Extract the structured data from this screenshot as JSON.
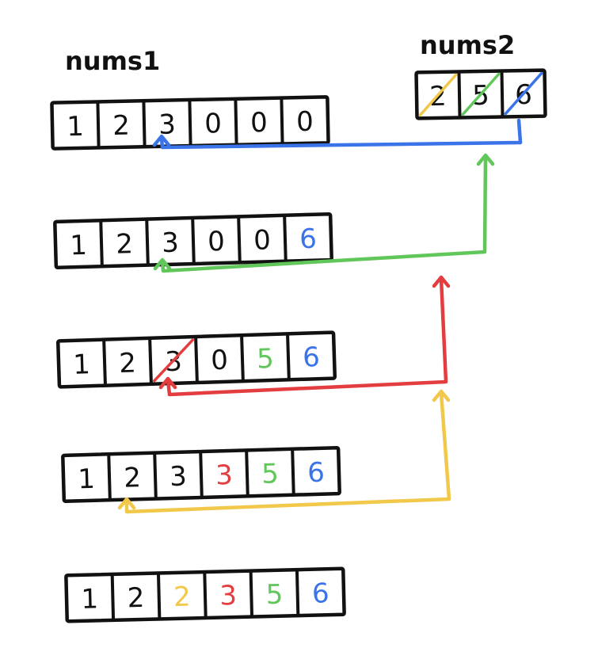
{
  "labels": {
    "nums1": "nums1",
    "nums2": "nums2"
  },
  "colors": {
    "black": "#111111",
    "blue": "#3b73e8",
    "green": "#62c75b",
    "red": "#e43d3f",
    "yellow": "#f2c84b"
  },
  "nums2": {
    "cells": [
      {
        "v": "2",
        "color": "black",
        "strike": "yellow"
      },
      {
        "v": "5",
        "color": "black",
        "strike": "green"
      },
      {
        "v": "6",
        "color": "black",
        "strike": "blue"
      }
    ]
  },
  "rows": [
    {
      "cells": [
        {
          "v": "1",
          "color": "black"
        },
        {
          "v": "2",
          "color": "black"
        },
        {
          "v": "3",
          "color": "black"
        },
        {
          "v": "0",
          "color": "black"
        },
        {
          "v": "0",
          "color": "black"
        },
        {
          "v": "0",
          "color": "black"
        }
      ]
    },
    {
      "cells": [
        {
          "v": "1",
          "color": "black"
        },
        {
          "v": "2",
          "color": "black"
        },
        {
          "v": "3",
          "color": "black"
        },
        {
          "v": "0",
          "color": "black"
        },
        {
          "v": "0",
          "color": "black"
        },
        {
          "v": "6",
          "color": "blue"
        }
      ]
    },
    {
      "cells": [
        {
          "v": "1",
          "color": "black"
        },
        {
          "v": "2",
          "color": "black"
        },
        {
          "v": "3",
          "color": "black",
          "strike": "red"
        },
        {
          "v": "0",
          "color": "black"
        },
        {
          "v": "5",
          "color": "green"
        },
        {
          "v": "6",
          "color": "blue"
        }
      ]
    },
    {
      "cells": [
        {
          "v": "1",
          "color": "black"
        },
        {
          "v": "2",
          "color": "black"
        },
        {
          "v": "3",
          "color": "black"
        },
        {
          "v": "3",
          "color": "red"
        },
        {
          "v": "5",
          "color": "green"
        },
        {
          "v": "6",
          "color": "blue"
        }
      ]
    },
    {
      "cells": [
        {
          "v": "1",
          "color": "black"
        },
        {
          "v": "2",
          "color": "black"
        },
        {
          "v": "2",
          "color": "yellow"
        },
        {
          "v": "3",
          "color": "red"
        },
        {
          "v": "5",
          "color": "green"
        },
        {
          "v": "6",
          "color": "blue"
        }
      ]
    }
  ],
  "arrows": [
    {
      "color": "blue"
    },
    {
      "color": "green"
    },
    {
      "color": "red"
    },
    {
      "color": "yellow"
    }
  ]
}
